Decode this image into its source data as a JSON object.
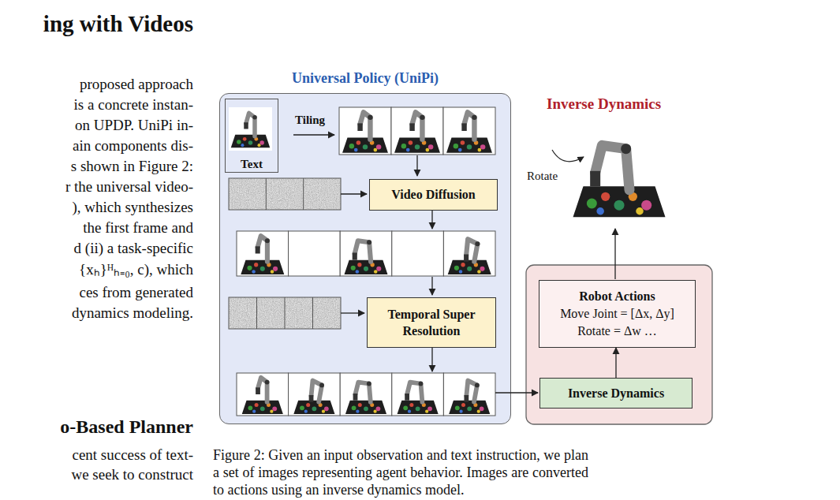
{
  "diagram": {
    "caption": "Figure 2: Given an input observation and text instruction, we plan a set of images representing agent behavior. Images are converted to actions using an inverse dynamics model.",
    "nodes": [
      {
        "text": [
          "Universal Policy (UniPi)"
        ]
      },
      {
        "text": [
          "Text"
        ],
        "in": 0
      },
      {
        "text": [
          "Video Diffusion"
        ],
        "in": 0
      },
      {
        "text": [
          "Temporal Super Resolution"
        ],
        "in": 0
      },
      {
        "text": [
          "Robot Actions",
          "Move Joint = [Δx, Δy]",
          "Rotate = Δw …"
        ]
      },
      {
        "text": [
          "Inverse Dynamics"
        ]
      }
    ],
    "edges": [
      {
        "from": 5,
        "to": 4,
        "arrow": "to"
      }
    ],
    "labels": [
      "ing with Videos",
      "proposed approach",
      "is a concrete instan-",
      "on UPDP. UniPi in-",
      "ain components dis-",
      "s shown in Figure 2:",
      "r the universal video-",
      "), which synthesizes",
      "the first frame and",
      "d (ii) a task-specific",
      "{xₕ}ᴴₕ₌₀, c), which",
      "ces from generated",
      "dynamics modeling.",
      "o-Based Planner",
      "cent success of text-",
      "we seek to construct",
      "Tiling",
      "Inverse Dynamics",
      "Rotate"
    ]
  }
}
